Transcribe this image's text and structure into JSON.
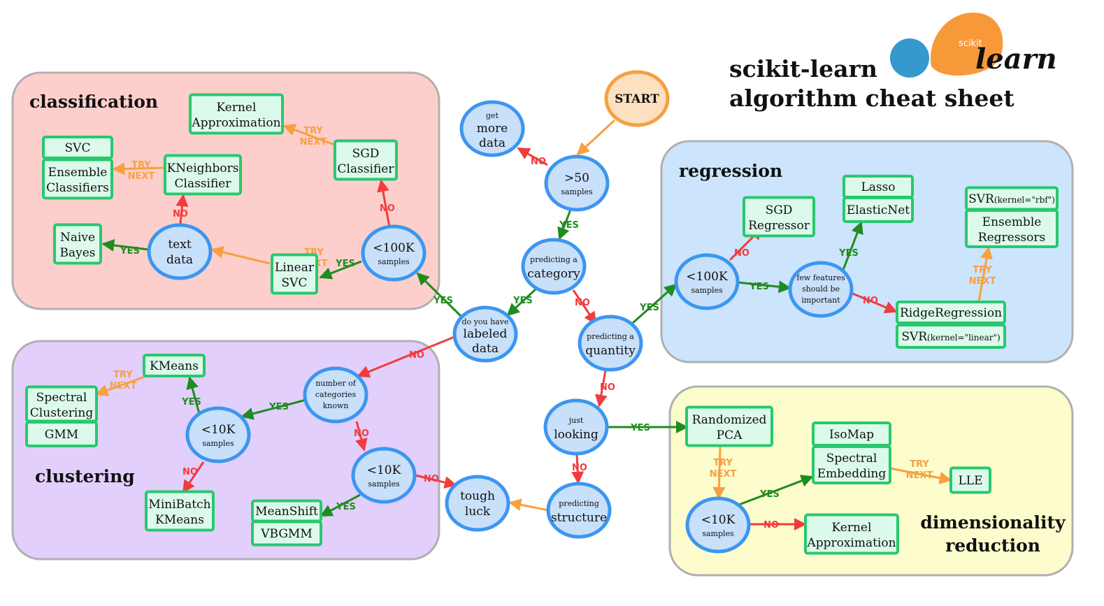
{
  "title": {
    "line1": "scikit-learn",
    "line2": "algorithm cheat sheet",
    "logo_small": "scikit",
    "logo_big": "learn"
  },
  "colors": {
    "yes": "#1e8c1e",
    "no": "#f03c3c",
    "try": "#f7a040",
    "node_border": "#3c96f0",
    "node_fill": "#c8e0fa",
    "box_border": "#28c86e",
    "box_fill": "#dcfaeb",
    "start_border": "#f7a040",
    "start_fill": "#fde0c0"
  },
  "regions": [
    {
      "id": "classification",
      "label": "classification",
      "fill": "#fccfcc"
    },
    {
      "id": "clustering",
      "label": "clustering",
      "fill": "#e2cffc"
    },
    {
      "id": "regression",
      "label": "regression",
      "fill": "#cce4fc"
    },
    {
      "id": "dimred",
      "label": "dimensionality reduction",
      "line1": "dimensionality",
      "line2": "reduction",
      "fill": "#fcfccc"
    }
  ],
  "nodes": {
    "start": {
      "label": "START"
    },
    "gt50": {
      "big": ">50",
      "small": "samples"
    },
    "more_data": {
      "line1": "get",
      "line2": "more",
      "line3": "data"
    },
    "pred_cat": {
      "small": "predicting a",
      "big": "category"
    },
    "labeled": {
      "small": "do you have",
      "line2": "labeled",
      "line3": "data"
    },
    "pred_qty": {
      "small": "predicting a",
      "big": "quantity"
    },
    "just_looking": {
      "small": "just",
      "big": "looking"
    },
    "pred_struct": {
      "small": "predicting",
      "big": "structure"
    },
    "tough_luck": {
      "line1": "tough",
      "line2": "luck"
    },
    "cls_100k": {
      "big": "<100K",
      "small": "samples"
    },
    "text_data": {
      "line1": "text",
      "line2": "data"
    },
    "clu_cats": {
      "line1": "number of",
      "line2": "categories",
      "line3": "known"
    },
    "clu_10k_a": {
      "big": "<10K",
      "small": "samples"
    },
    "clu_10k_b": {
      "big": "<10K",
      "small": "samples"
    },
    "reg_100k": {
      "big": "<100K",
      "small": "samples"
    },
    "few_features": {
      "line1": "few features",
      "line2": "should be",
      "line3": "important"
    },
    "dim_10k": {
      "big": "<10K",
      "small": "samples"
    }
  },
  "boxes": {
    "kernel_approx_cls": [
      "Kernel",
      "Approximation"
    ],
    "sgd_cls": [
      "SGD",
      "Classifier"
    ],
    "svc": [
      "SVC"
    ],
    "ensemble_cls": [
      "Ensemble",
      "Classifiers"
    ],
    "kneighbors": [
      "KNeighbors",
      "Classifier"
    ],
    "naive_bayes": [
      "Naive",
      "Bayes"
    ],
    "linear_svc": [
      "Linear",
      "SVC"
    ],
    "kmeans": [
      "KMeans"
    ],
    "spectral_clu": [
      "Spectral",
      "Clustering"
    ],
    "gmm": [
      "GMM"
    ],
    "minibatch": [
      "MiniBatch",
      "KMeans"
    ],
    "meanshift": [
      "MeanShift"
    ],
    "vbgmm": [
      "VBGMM"
    ],
    "sgd_reg": [
      "SGD",
      "Regressor"
    ],
    "lasso": [
      "Lasso"
    ],
    "elasticnet": [
      "ElasticNet"
    ],
    "svr_rbf": {
      "main": "SVR",
      "sub": "(kernel=\"rbf\")"
    },
    "ensemble_reg": [
      "Ensemble",
      "Regressors"
    ],
    "ridge": [
      "RidgeRegression"
    ],
    "svr_linear": {
      "main": "SVR",
      "sub": "(kernel=\"linear\")"
    },
    "randomized_pca": [
      "Randomized",
      "PCA"
    ],
    "isomap": [
      "IsoMap"
    ],
    "spectral_emb": [
      "Spectral",
      "Embedding"
    ],
    "lle": [
      "LLE"
    ],
    "kernel_approx_dim": [
      "Kernel",
      "Approximation"
    ]
  },
  "labels": {
    "yes": "YES",
    "no": "NO",
    "try": "TRY",
    "next": "NEXT"
  }
}
